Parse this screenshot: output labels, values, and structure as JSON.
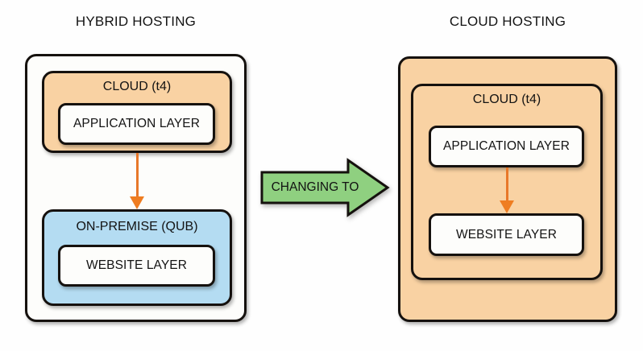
{
  "diagram": {
    "type": "architecture-migration",
    "background_color": "#fefefe",
    "palette": {
      "cloud_fill": "#f9d2a3",
      "onprem_fill": "#b4dcf2",
      "layer_fill": "#fdfdfb",
      "arrow_green": "#8fd080",
      "arrow_orange": "#e8782a",
      "border": "#15110e",
      "text": "#131313"
    },
    "left_panel": {
      "title": "HYBRID HOSTING",
      "container_name": "hybrid-hosting-container",
      "cloud_box": {
        "label": "CLOUD (t4)",
        "fill": "#f9d2a3",
        "layer": {
          "label": "APPLICATION LAYER"
        }
      },
      "onpremise_box": {
        "label": "ON-PREMISE (QUB)",
        "fill": "#b4dcf2",
        "layer": {
          "label": "WEBSITE LAYER"
        }
      },
      "connector": {
        "name": "cloud-to-onpremise-arrow",
        "direction": "down",
        "color": "#e8782a"
      }
    },
    "transition": {
      "label": "CHANGING TO",
      "direction": "right",
      "fill": "#8fd080"
    },
    "right_panel": {
      "title": "CLOUD HOSTING",
      "container_name": "cloud-hosting-container",
      "outer_fill": "#f9d2a3",
      "cloud_box": {
        "label": "CLOUD (t4)",
        "fill": "#f9d2a3",
        "layers": [
          {
            "label": "APPLICATION LAYER"
          },
          {
            "label": "WEBSITE LAYER"
          }
        ]
      },
      "connector": {
        "name": "application-to-website-arrow",
        "direction": "down",
        "color": "#e8782a"
      }
    }
  }
}
